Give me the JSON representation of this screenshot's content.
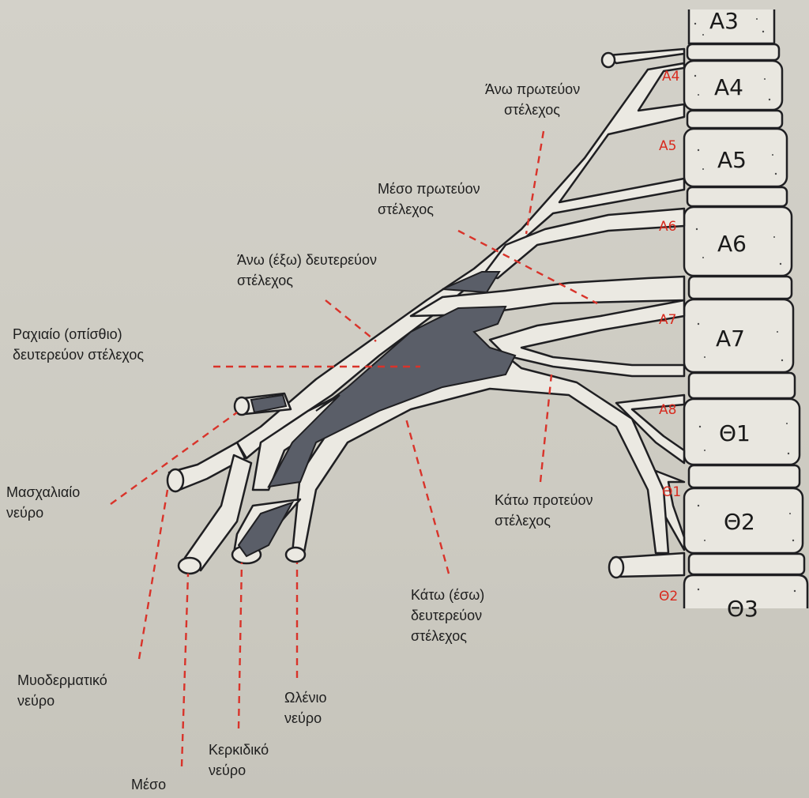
{
  "vertebrae": {
    "v_a3": "Α3",
    "v_a4": "Α4",
    "v_a5": "Α5",
    "v_a6": "Α6",
    "v_a7": "Α7",
    "v_t1": "Θ1",
    "v_t2": "Θ2",
    "v_t3": "Θ3"
  },
  "roots": {
    "r_a4": "Α4",
    "r_a5": "Α5",
    "r_a6": "Α6",
    "r_a7": "Α7",
    "r_a8": "Α8",
    "r_t1": "Θ1",
    "r_t2": "Θ2"
  },
  "labels": {
    "upper_primary": [
      "Άνω πρωτεύον",
      "στέλεχος"
    ],
    "middle_primary": [
      "Μέσο πρωτεύον",
      "στέλεχος"
    ],
    "upper_secondary": [
      "Άνω (έξω) δευτερεύον",
      "στέλεχος"
    ],
    "posterior_secondary": [
      "Ραχιαίο (οπίσθιο)",
      "δευτερεύον στέλεχος"
    ],
    "axillary": [
      "Μασχαλιαίο",
      "νεύρο"
    ],
    "lower_primary": [
      "Κάτω προτεύον",
      "στέλεχος"
    ],
    "lower_secondary": [
      "Κάτω (έσω)",
      "δευτερεύον",
      "στέλεχος"
    ],
    "musculocutaneous": [
      "Μυοδερματικό",
      "νεύρο"
    ],
    "ulnar": [
      "Ωλένιο",
      "νεύρο"
    ],
    "radial": [
      "Κερκιδικό",
      "νεύρο"
    ],
    "median": [
      "Μέσο"
    ]
  }
}
